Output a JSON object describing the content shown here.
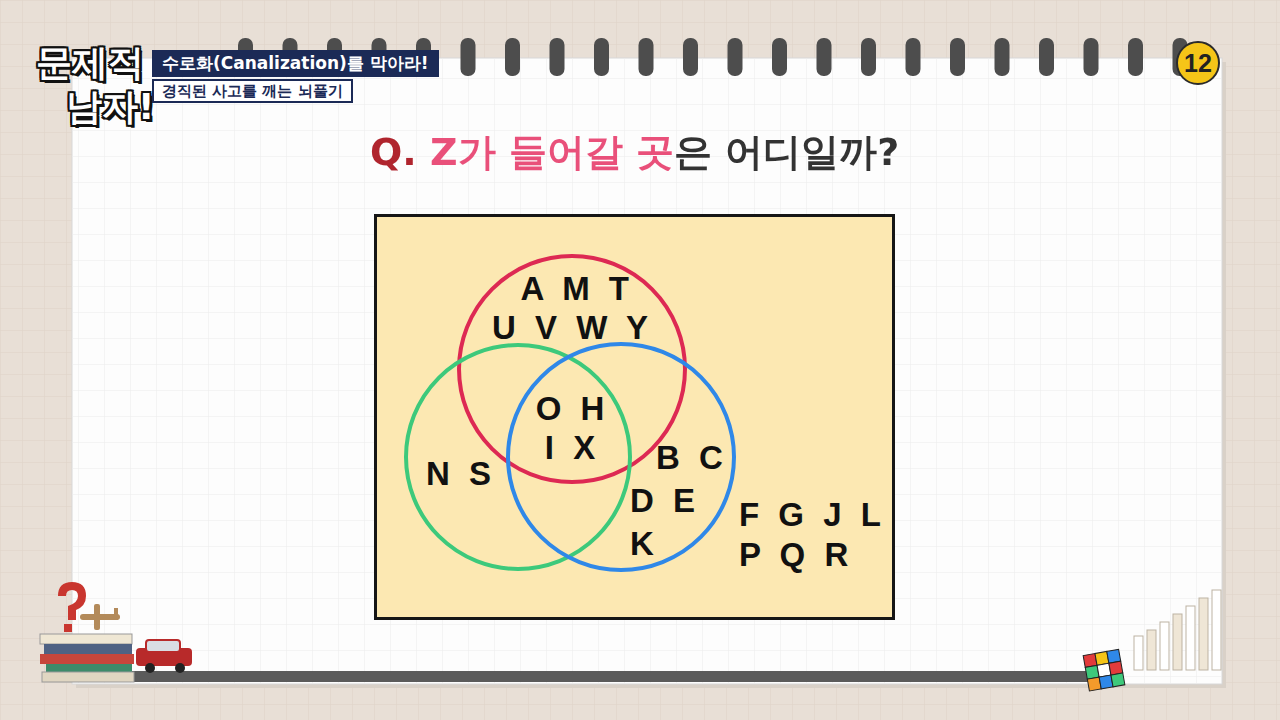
{
  "diagram": {
    "title": "Q. Z가 들어갈 곳은 어디일까?",
    "nodes": [
      {
        "text": [
          "F G J L P Q R"
        ]
      },
      {
        "text": [
          "A M T U V W Y"
        ],
        "in": 0
      },
      {
        "text": [
          "N S"
        ],
        "in": 0
      },
      {
        "text": [
          "B C D E K"
        ],
        "in": 0
      }
    ],
    "labels": [
      "문제적",
      "남자!",
      "수로화(Canalization)를 막아라!",
      "경직된 사고를 깨는 뇌풀기",
      "12",
      "O H I X"
    ]
  }
}
